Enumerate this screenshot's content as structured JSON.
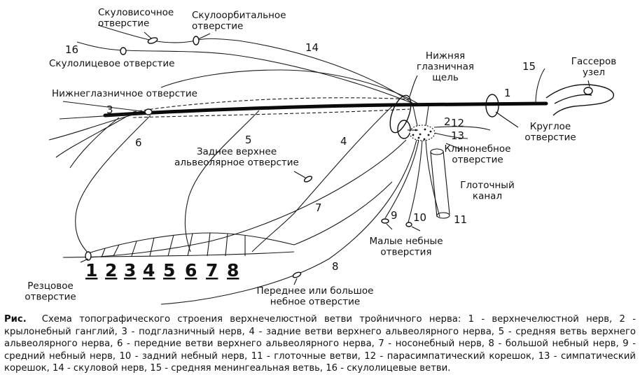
{
  "diagram": {
    "labels": {
      "zygomaticotemporal_foramen": "Скуловисочное\nотверстие",
      "zygomaticoorbital_foramen": "Скулоорбитальное\nотверстие",
      "zygomaticofacial_foramen": "Скулолицевое отверстие",
      "infraorbital_foramen": "Нижнеглазничное отверстие",
      "inferior_orbital_fissure": "Нижняя\nглазничная\nщель",
      "gasserian_ganglion": "Гассеров\nузел",
      "round_foramen": "Круглое\nотверстие",
      "sphenopalatine_foramen": "Клинонебное\nотверстие",
      "posterior_superior_alveolar_foramen": "Заднее верхнее\nальвеолярное отверстие",
      "pharyngeal_canal": "Глоточный\nканал",
      "lesser_palatine_foramina": "Малые небные\nотверстия",
      "incisive_foramen": "Резцовое\nотверстие",
      "greater_palatine_foramen": "Переднее или большое\nнебное отверстие"
    },
    "numbers": {
      "n1": "1",
      "n2": "2",
      "n3": "3",
      "n4": "4",
      "n5": "5",
      "n6": "6",
      "n7": "7",
      "n8": "8",
      "n9": "9",
      "n10": "10",
      "n11": "11",
      "n12": "12",
      "n13": "13",
      "n14": "14",
      "n15": "15",
      "n16": "16"
    },
    "teeth": [
      "1",
      "2",
      "3",
      "4",
      "5",
      "6",
      "7",
      "8"
    ]
  },
  "caption": {
    "label": "Рис.",
    "text": "Схема топографического строения верхнечелюстной ветви тройничного нерва: 1 - верхнечелюстной нерв, 2 - крылонебный ганглий, 3 - подглазничный нерв, 4 - задние ветви верхнего альвеолярного нерва, 5 - средняя ветвь верхнего альвеолярного нерва, 6 - передние ветви верхнего альвеолярного нерва, 7 - носонебный нерв, 8 - большой небный нерв, 9 - средний небный нерв, 10 - задний небный нерв, 11 - глоточные ветви, 12 - парасимпатический корешок, 13 - симпатический корешок, 14 - скуловой нерв, 15 - средняя менингеальная ветвь, 16 - скулолицевые ветви."
  }
}
